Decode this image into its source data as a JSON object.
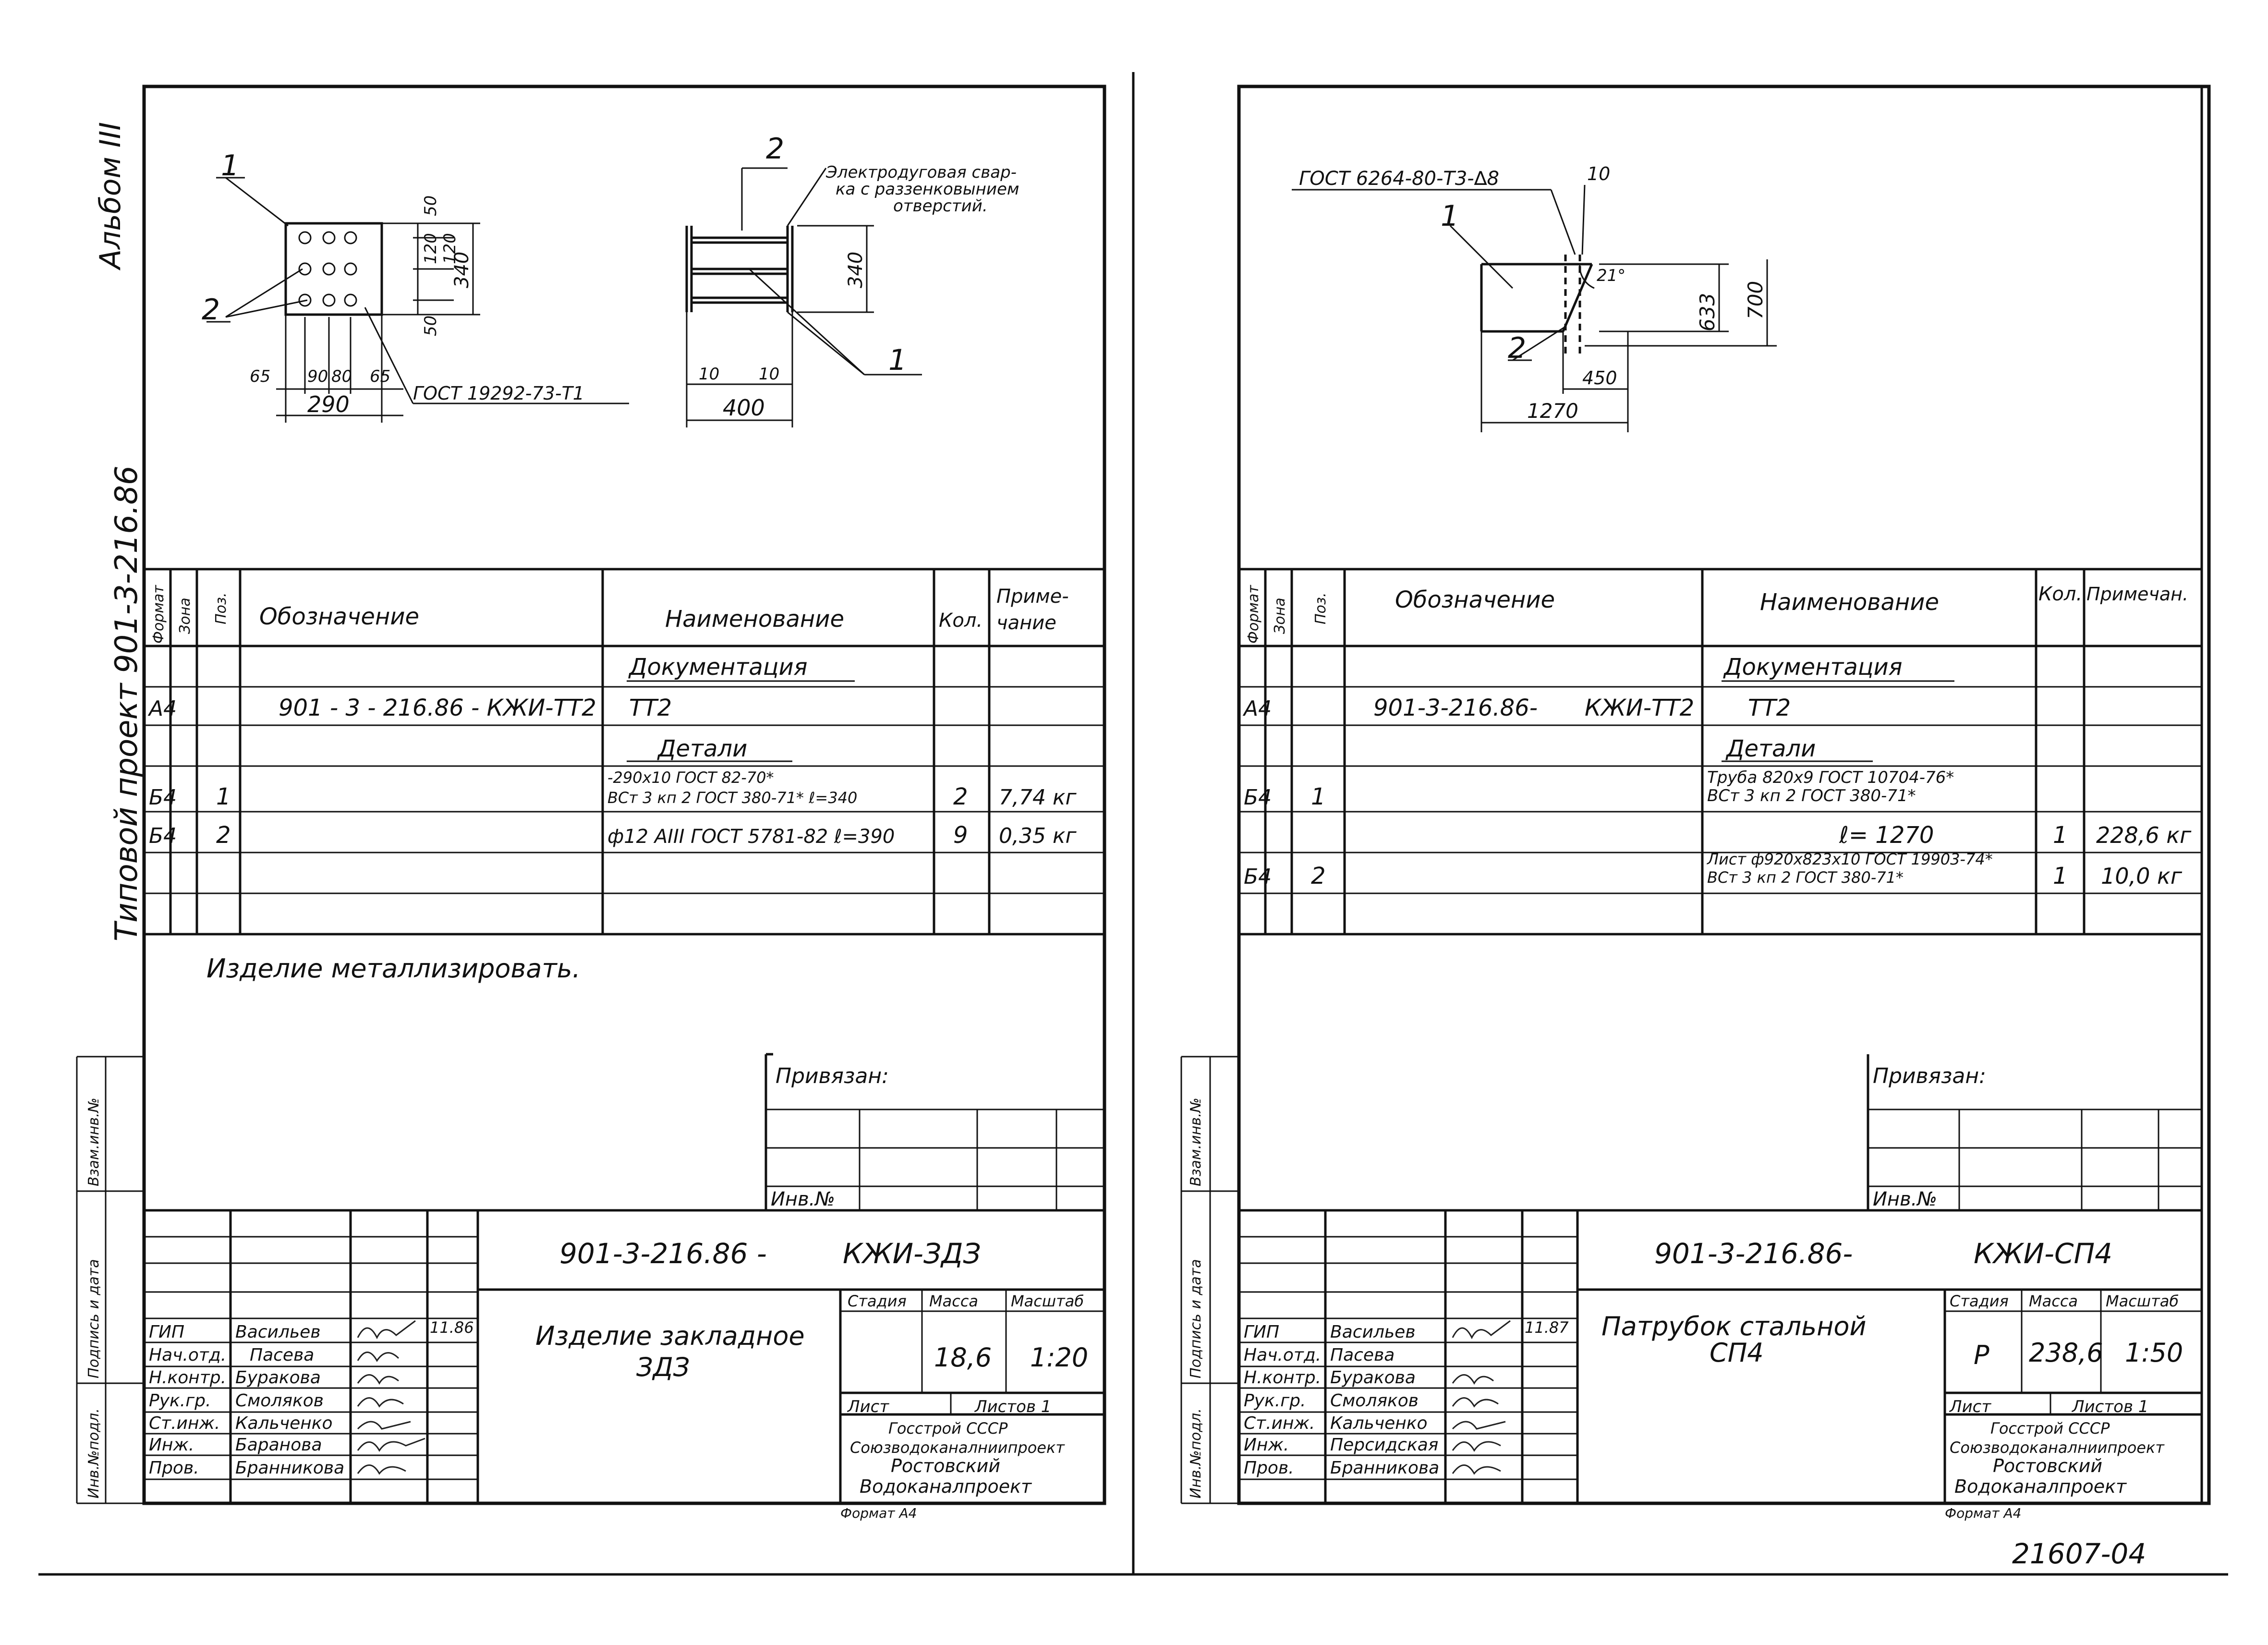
{
  "left": {
    "album_label": "Альбом III",
    "project_label": "Типовой проект 901-3-216.86",
    "side_labels": [
      "Инв.№подл.",
      "Подпись и дата",
      "Взам.инв.№"
    ],
    "drawing": {
      "callouts": [
        "1",
        "2",
        "2",
        "1"
      ],
      "weld_note": [
        "Электродуговая свар-",
        "ка с раззенковынием",
        "отверстий."
      ],
      "dims_plate": [
        "50",
        "120",
        "120",
        "50",
        "340",
        "65",
        "90",
        "80",
        "65",
        "290"
      ],
      "gost_plate": "ГОСТ 19292-73-Т1",
      "dims_side": [
        "340",
        "10",
        "10",
        "400"
      ]
    },
    "spec": {
      "headers": [
        "Формат",
        "Зона",
        "Поз.",
        "Обозначение",
        "Наименование",
        "Кол.",
        "Приме-",
        "чание"
      ],
      "section_docs": "Документация",
      "doc_row": {
        "format": "А4",
        "designation": "901 - 3 - 216.86 - КЖИ-ТТ2",
        "name": "ТТ2"
      },
      "section_parts": "Детали",
      "rows": [
        {
          "format": "Б4",
          "pos": "1",
          "name1": "-290х10 ГОСТ 82-70*",
          "name2": "ВСт 3 кп 2 ГОСТ 380-71* ℓ=340",
          "qty": "2",
          "note": "7,74 кг"
        },
        {
          "format": "Б4",
          "pos": "2",
          "name1": "ф12 АIII ГОСТ 5781-82 ℓ=390",
          "qty": "9",
          "note": "0,35 кг"
        }
      ]
    },
    "note": "Изделие металлизировать.",
    "bound": "Привязан:",
    "inv": "Инв.№",
    "title": {
      "code": "901-3-216.86 -",
      "code2": "КЖИ-ЗДЗ",
      "name1": "Изделие закладное",
      "name2": "ЗДЗ",
      "stage_hdr": "Стадия",
      "mass_hdr": "Масса",
      "scale_hdr": "Масштаб",
      "mass": "18,6",
      "scale": "1:20",
      "sheet": "Лист",
      "sheets": "Листов 1",
      "org1": "Госстрой СССР",
      "org2": "Союзводоканалниипроект",
      "org3": "Ростовский",
      "org4": "Водоканалпроект",
      "format": "Формат А4",
      "date": "11.86",
      "staff": [
        {
          "role": "ГИП",
          "name": "Васильев"
        },
        {
          "role": "Нач.отд.",
          "name": "Пасева"
        },
        {
          "role": "Н.контр.",
          "name": "Буракова"
        },
        {
          "role": "Рук.гр.",
          "name": "Смоляков"
        },
        {
          "role": "Ст.инж.",
          "name": "Кальченко"
        },
        {
          "role": "Инж.",
          "name": "Баранова"
        },
        {
          "role": "Пров.",
          "name": "Бранникова"
        }
      ]
    }
  },
  "right": {
    "side_labels": [
      "Инв.№подл.",
      "Подпись и дата",
      "Взам.инв.№"
    ],
    "drawing": {
      "gost": "ГОСТ 6264-80-Т3-∆8",
      "callouts": [
        "1",
        "2"
      ],
      "dims": [
        "10",
        "21°",
        "633",
        "700",
        "450",
        "1270"
      ]
    },
    "spec": {
      "headers": [
        "Формат",
        "Зона",
        "Поз.",
        "Обозначение",
        "Наименование",
        "Кол.",
        "Примечан."
      ],
      "section_docs": "Документация",
      "doc_row": {
        "format": "А4",
        "designation": "901-3-216.86-",
        "designation2": "КЖИ-ТТ2",
        "name": "ТТ2"
      },
      "section_parts": "Детали",
      "rows": [
        {
          "format": "Б4",
          "pos": "1",
          "name1": "Труба 820х9 ГОСТ 10704-76*",
          "name2": "ВСт 3 кп 2 ГОСТ 380-71*",
          "name3": "ℓ= 1270",
          "qty": "1",
          "note": "228,6 кг"
        },
        {
          "format": "Б4",
          "pos": "2",
          "name1": "Лист ф920х823х10 ГОСТ 19903-74*",
          "name2": "ВСт 3 кп 2 ГОСТ 380-71*",
          "qty": "1",
          "note": "10,0 кг"
        }
      ]
    },
    "bound": "Привязан:",
    "inv": "Инв.№",
    "title": {
      "code": "901-3-216.86-",
      "code2": "КЖИ-СП4",
      "name1": "Патрубок стальной",
      "name2": "СП4",
      "stage_hdr": "Стадия",
      "mass_hdr": "Масса",
      "scale_hdr": "Масштаб",
      "stage": "Р",
      "mass": "238,6",
      "scale": "1:50",
      "sheet": "Лист",
      "sheets": "Листов 1",
      "org1": "Госстрой СССР",
      "org2": "Союзводоканалниипроект",
      "org3": "Ростовский",
      "org4": "Водоканалпроект",
      "format": "Формат А4",
      "date": "11.87",
      "staff": [
        {
          "role": "ГИП",
          "name": "Васильев"
        },
        {
          "role": "Нач.отд.",
          "name": "Пасева"
        },
        {
          "role": "Н.контр.",
          "name": "Буракова"
        },
        {
          "role": "Рук.гр.",
          "name": "Смоляков"
        },
        {
          "role": "Ст.инж.",
          "name": "Кальченко"
        },
        {
          "role": "Инж.",
          "name": "Персидская"
        },
        {
          "role": "Пров.",
          "name": "Бранникова"
        }
      ]
    }
  },
  "stamp": "21607-04"
}
